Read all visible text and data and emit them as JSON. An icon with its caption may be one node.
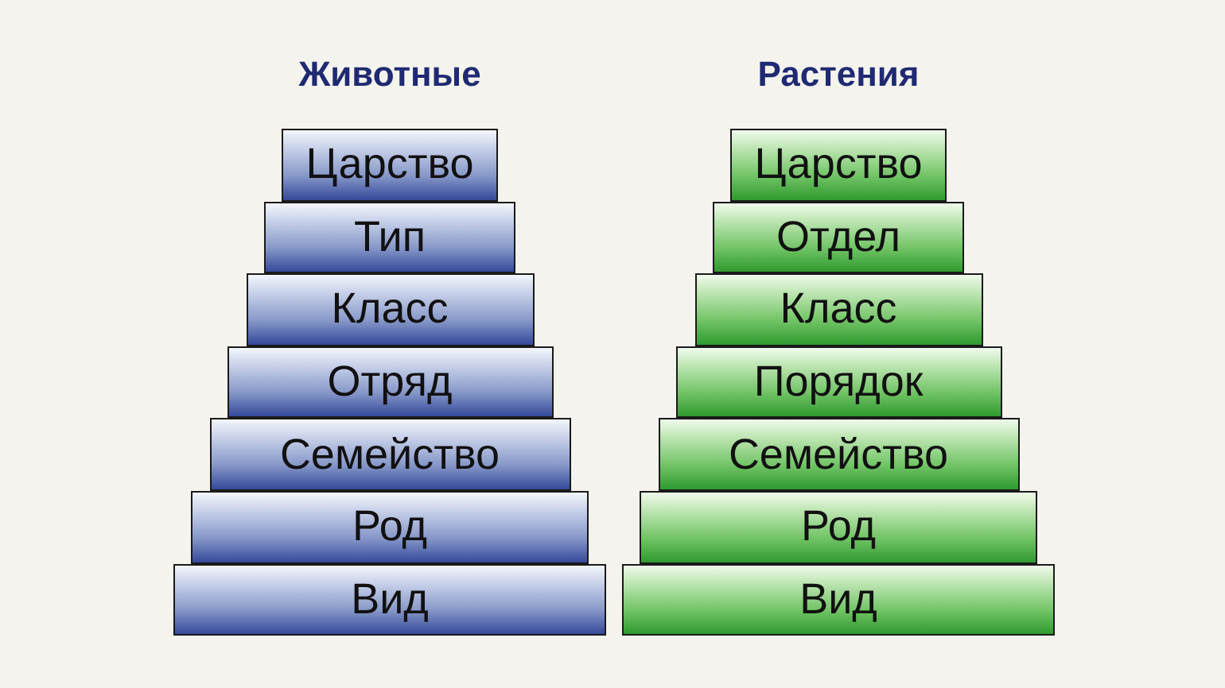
{
  "diagram": {
    "nodes": [
      {
        "text": [
          "Царство"
        ]
      },
      {
        "text": [
          "Тип"
        ]
      },
      {
        "text": [
          "Класс"
        ]
      },
      {
        "text": [
          "Отряд"
        ]
      },
      {
        "text": [
          "Семейство"
        ]
      },
      {
        "text": [
          "Род"
        ]
      },
      {
        "text": [
          "Вид"
        ]
      },
      {
        "text": [
          "Царство"
        ]
      },
      {
        "text": [
          "Отдел"
        ]
      },
      {
        "text": [
          "Класс"
        ]
      },
      {
        "text": [
          "Порядок"
        ]
      },
      {
        "text": [
          "Семейство"
        ]
      },
      {
        "text": [
          "Род"
        ]
      },
      {
        "text": [
          "Вид"
        ]
      }
    ],
    "labels": [
      "Животные",
      "Растения"
    ]
  }
}
